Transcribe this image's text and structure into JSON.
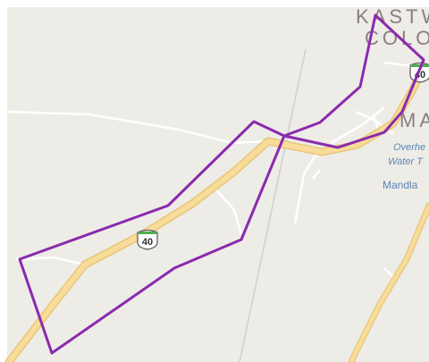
{
  "map": {
    "colors": {
      "land": "#eeece6",
      "road_major": "#f7dc9a",
      "road_major_outline": "#e8c679",
      "road_minor": "#ffffff",
      "rail": "#cfcfcf",
      "polygon": "#8a2aae",
      "label_town": "#8a7f7f",
      "label_water": "#5b86b8"
    },
    "labels": {
      "town_line1": "KASTW",
      "town_line2": "COLON",
      "town_short": "MA",
      "water_line1": "Overhe",
      "water_line2": "Water T",
      "place": "Mandla"
    },
    "shields": [
      {
        "text": "40",
        "icon": "highway-shield-icon"
      },
      {
        "text": "40",
        "icon": "highway-shield-icon"
      }
    ]
  }
}
